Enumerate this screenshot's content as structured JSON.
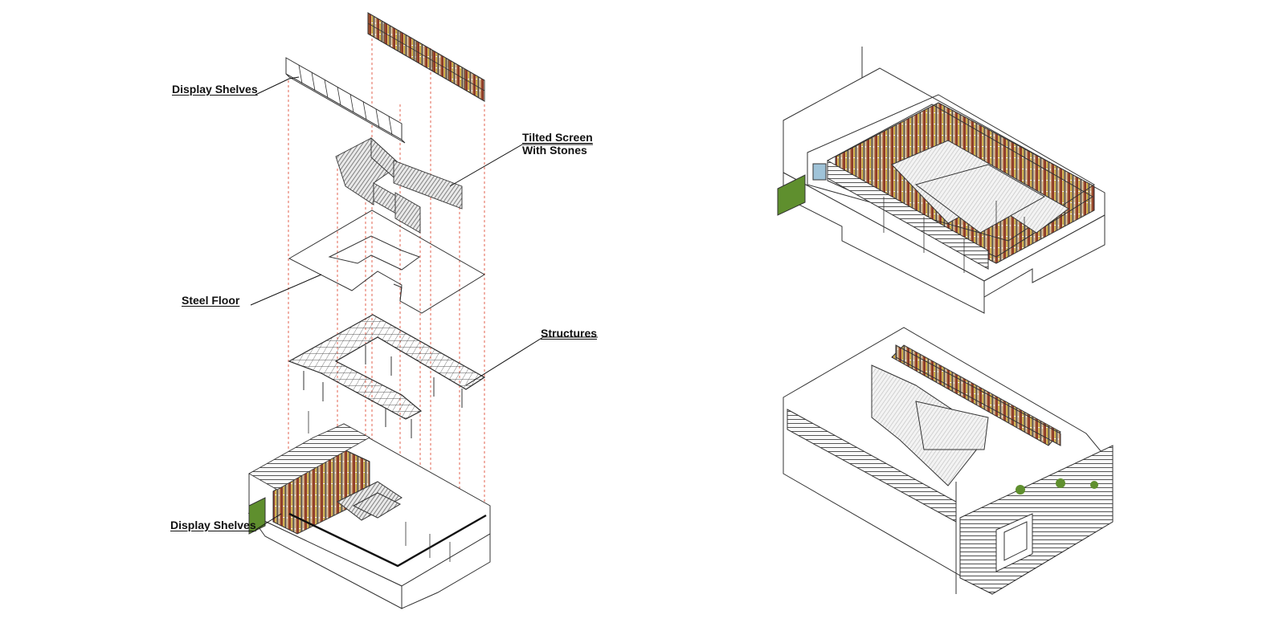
{
  "labels": {
    "display_shelves_top": "Display Shelves",
    "tilted_screen_line1": "Tilted Screen",
    "tilted_screen_line2": "With Stones",
    "steel_floor": "Steel Floor",
    "structures": "Structures",
    "display_shelves_bottom": "Display Shelves"
  },
  "colors": {
    "line": "#333333",
    "guide": "#e0533d",
    "grass": "#5f8f2e",
    "books": [
      "#8b3a2b",
      "#c9a227",
      "#5a4a3a",
      "#a0522d",
      "#d9c29a",
      "#3d3d3d",
      "#b5651d",
      "#7a6a55"
    ],
    "glass": "#9fc3d8",
    "screen_fill": "#7a7a7a"
  }
}
